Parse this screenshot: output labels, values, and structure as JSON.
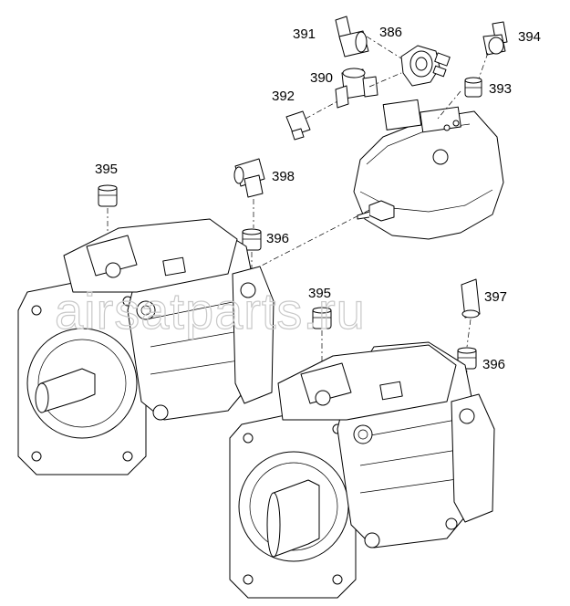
{
  "watermark": "airsatparts.ru",
  "callouts": [
    {
      "id": "391",
      "text": "391"
    },
    {
      "id": "386",
      "text": "386"
    },
    {
      "id": "394",
      "text": "394"
    },
    {
      "id": "390",
      "text": "390"
    },
    {
      "id": "393",
      "text": "393"
    },
    {
      "id": "392",
      "text": "392"
    },
    {
      "id": "395a",
      "text": "395"
    },
    {
      "id": "398",
      "text": "398"
    },
    {
      "id": "396a",
      "text": "396"
    },
    {
      "id": "395b",
      "text": "395"
    },
    {
      "id": "397",
      "text": "397"
    },
    {
      "id": "396b",
      "text": "396"
    }
  ]
}
